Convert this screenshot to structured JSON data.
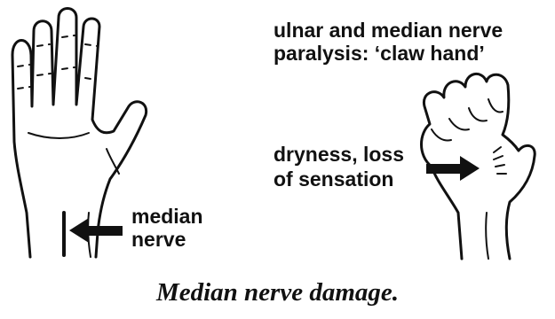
{
  "labels": {
    "median_nerve_line1": "median",
    "median_nerve_line2": "nerve",
    "claw_title_line1": "ulnar and median nerve",
    "claw_title_line2": "paralysis: ‘claw hand’",
    "dryness_line1": "dryness, loss",
    "dryness_line2": "of sensation"
  },
  "caption": "Median nerve damage.",
  "colors": {
    "ink": "#111111",
    "background": "#ffffff"
  }
}
